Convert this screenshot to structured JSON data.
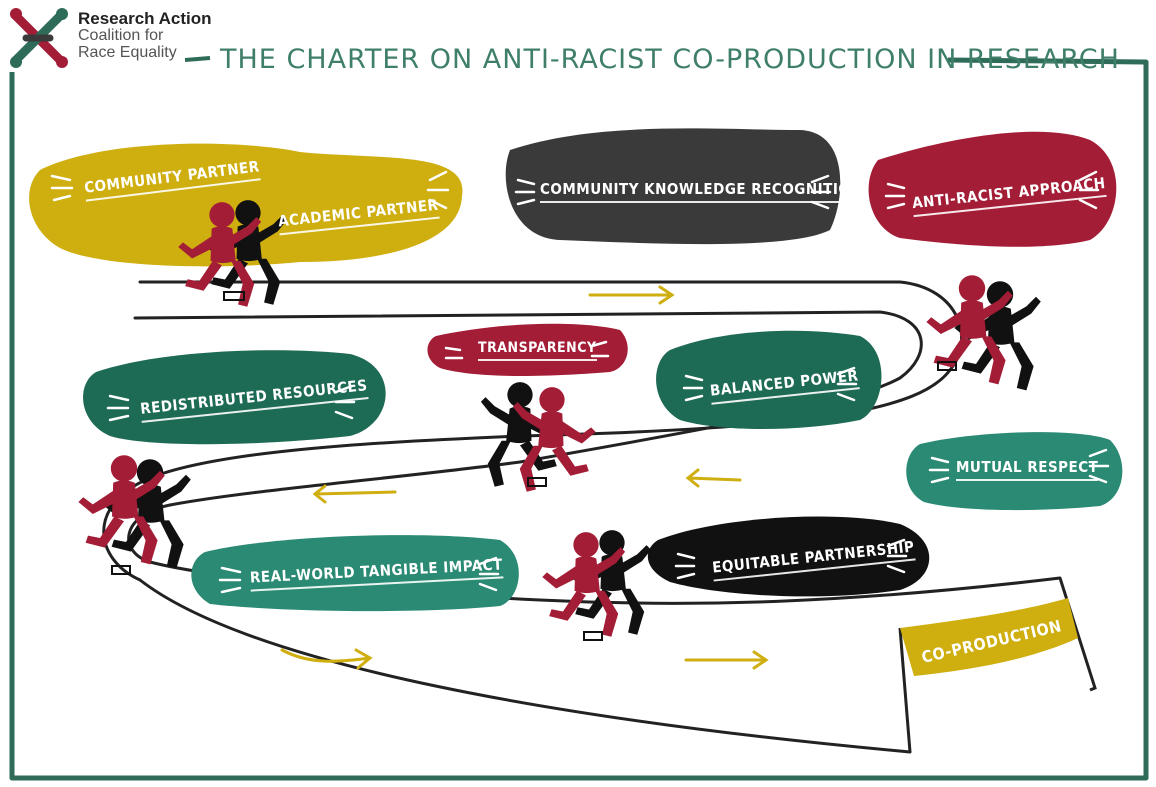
{
  "logo": {
    "line1": "Research Action",
    "line2": "Coalition for",
    "line3": "Race Equality",
    "icon": "interlocking-people-icon"
  },
  "title": "THE CHARTER ON ANTI-RACIST CO-PRODUCTION IN RESEARCH",
  "principles": {
    "community_partner": "COMMUNITY PARTNER",
    "academic_partner": "ACADEMIC PARTNER",
    "community_knowledge_recognition": "COMMUNITY KNOWLEDGE RECOGNITION",
    "anti_racist_approach": "ANTI-RACIST APPROACH",
    "transparency": "TRANSPARENCY",
    "balanced_power": "BALANCED POWER",
    "redistributed_resources": "REDISTRIBUTED RESOURCES",
    "mutual_respect": "MUTUAL RESPECT",
    "real_world_tangible_impact": "REAL-WORLD TANGIBLE IMPACT",
    "equitable_partnership": "EQUITABLE PARTNERSHIP"
  },
  "finish_label": "CO-PRODUCTION",
  "colors": {
    "yellow": "#cfae10",
    "dark_grey": "#3a3a3a",
    "red": "#a41d36",
    "green": "#1e6b55",
    "teal": "#2a8a73",
    "black": "#111111",
    "frame_green": "#2f6b59"
  }
}
